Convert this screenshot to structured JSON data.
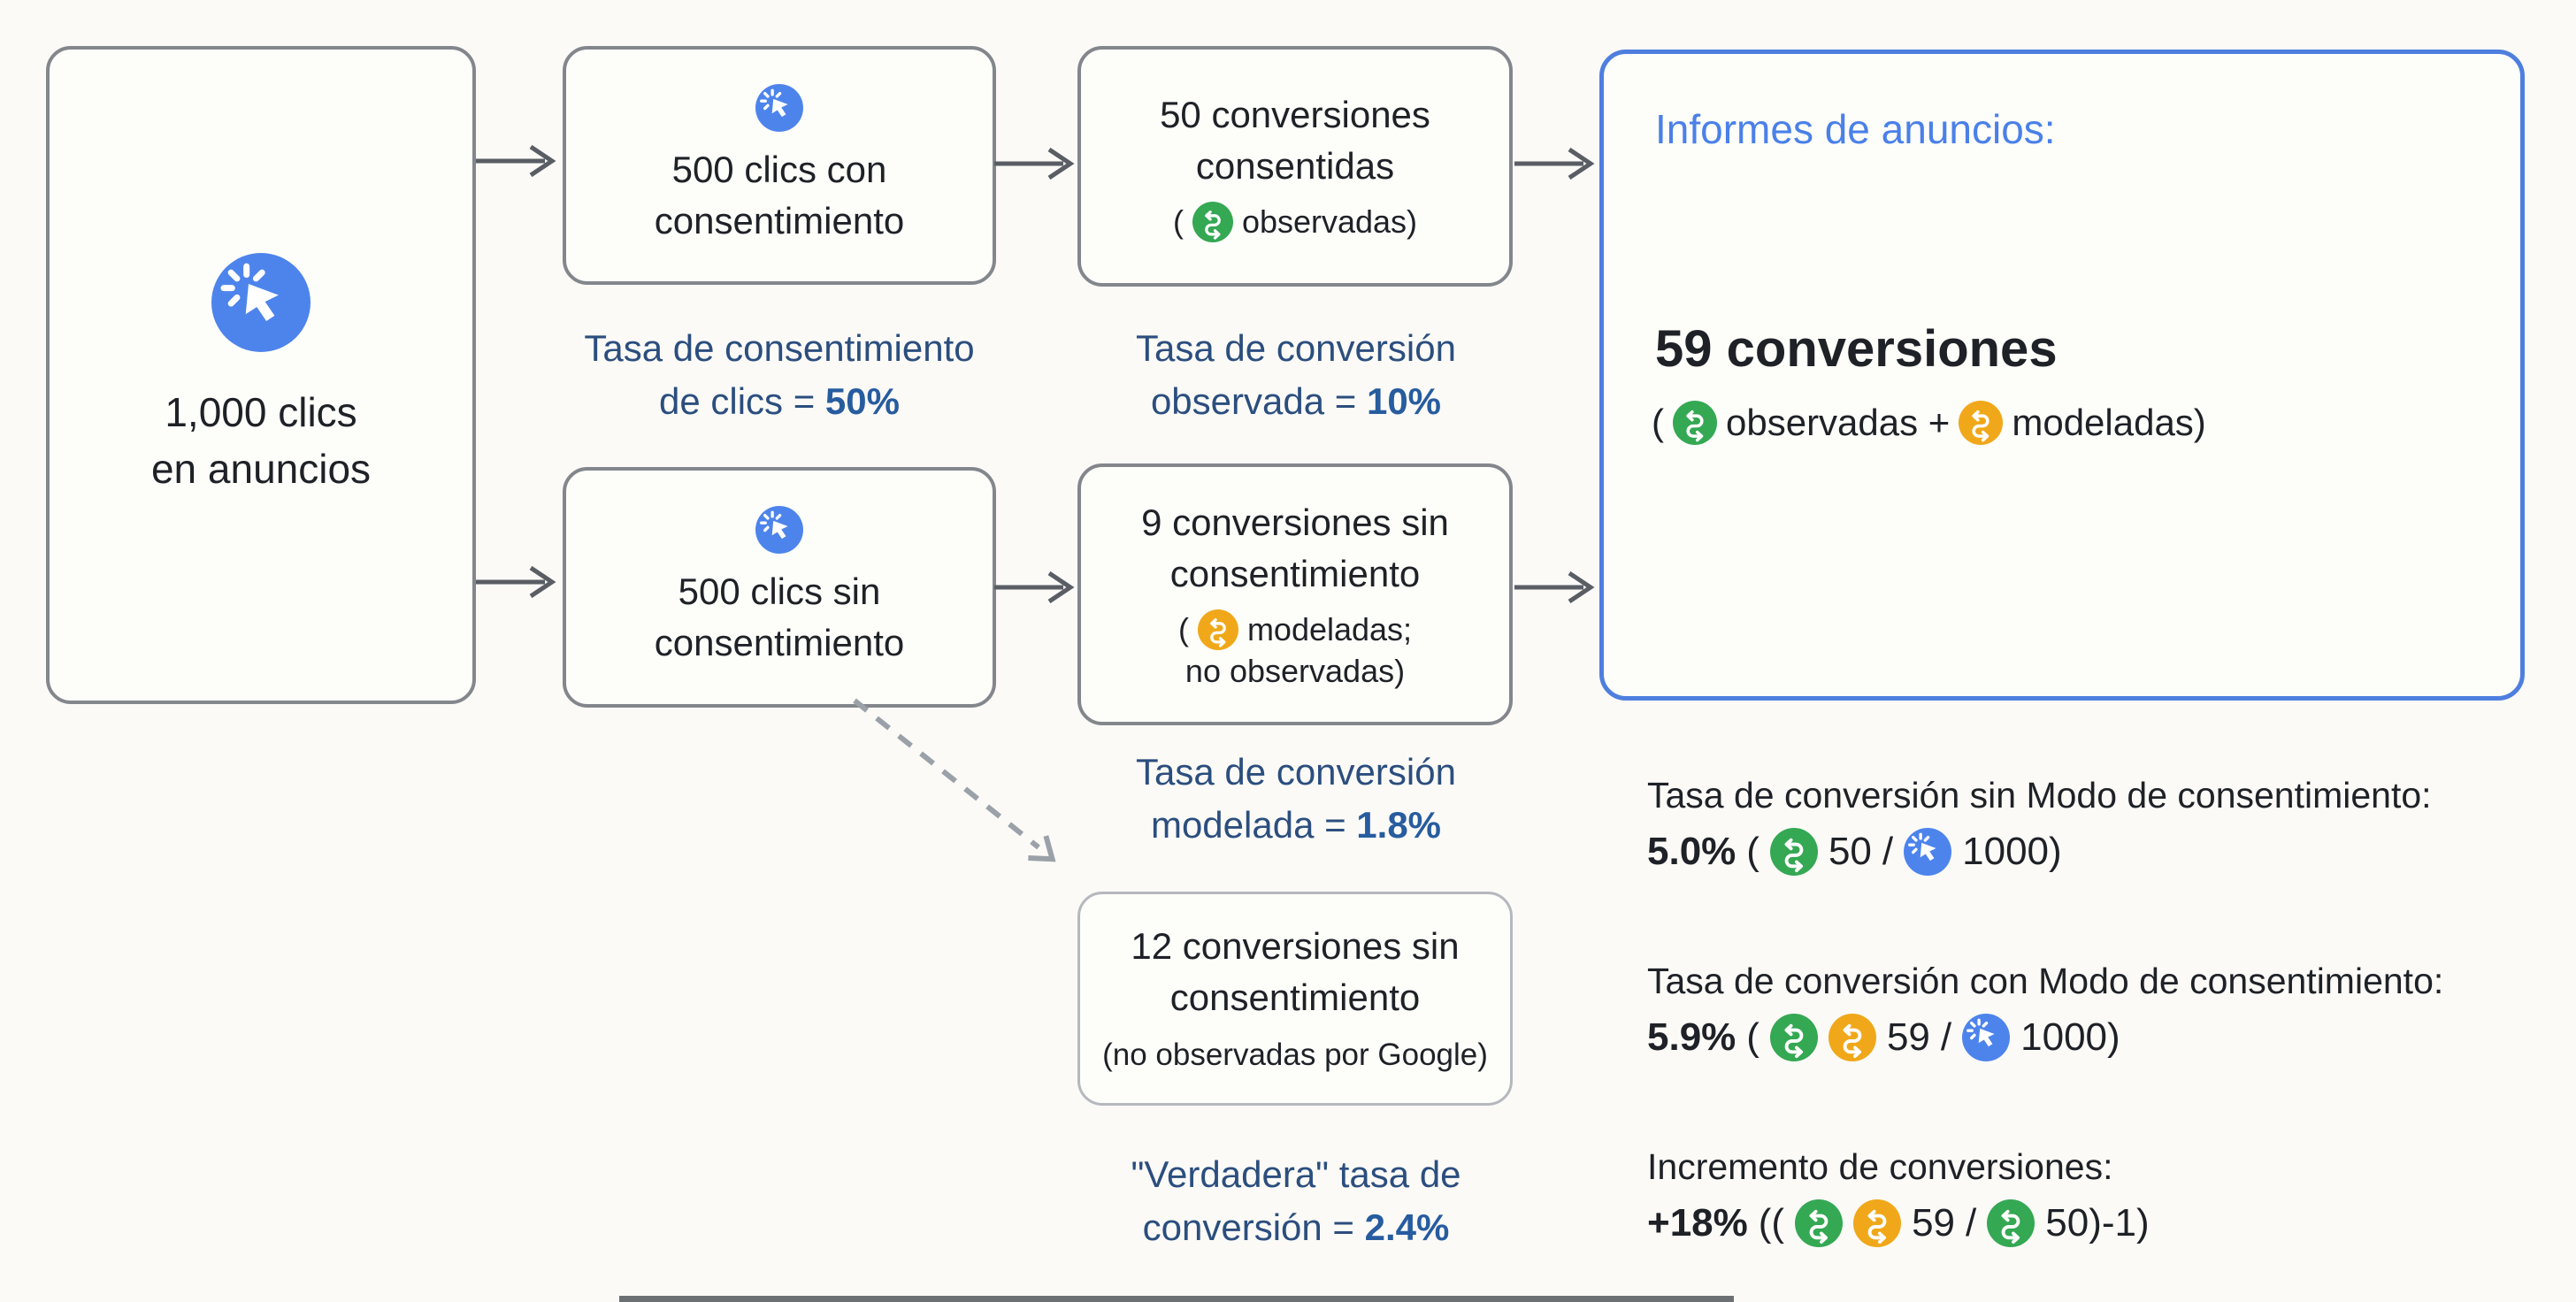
{
  "palette": {
    "background": "#fbfaf7",
    "box_border": "#83878c",
    "box_border_light": "#b5b8bd",
    "report_border": "#4e7fdf",
    "report_title_blue": "#4a80e8",
    "rate_text_navy": "#2b4e7e",
    "ad_click_icon_blue": "#4d84ec",
    "observed_icon_green": "#34a853",
    "modeled_icon_yellow": "#f0a81a",
    "arrow_gray": "#5a5e64",
    "dashed_arrow_gray": "#9ba1a8",
    "text": "#1e2126"
  },
  "flow": {
    "total_box": {
      "title_line1": "1,000 clics",
      "title_line2": "en anuncios"
    },
    "consented_box": {
      "title_line1": "500 clics con",
      "title_line2": "consentimiento"
    },
    "unconsented_box": {
      "title_line1": "500 clics sin",
      "title_line2": "consentimiento"
    },
    "observed_box": {
      "title_line1": "50 conversiones",
      "title_line2": "consentidas",
      "paren_open": "(",
      "paren_label": "observadas)"
    },
    "modeled_box": {
      "title_line1": "9 conversiones sin",
      "title_line2": "consentimiento",
      "paren_open": "(",
      "paren_label": "modeladas;",
      "paren_line2": "no observadas)"
    },
    "true_box": {
      "title_line1": "12 conversiones sin",
      "title_line2": "consentimiento",
      "note": "(no observadas por Google)"
    }
  },
  "labels": {
    "consent_rate_line1": "Tasa de consentimiento",
    "consent_rate_line2": "de clics = ",
    "consent_rate_value": "50%",
    "observed_line1": "Tasa de conversión",
    "observed_line2": "observada = ",
    "observed_value": "10%",
    "modeled_line1": "Tasa de conversión",
    "modeled_line2": "modelada = ",
    "modeled_value": "1.8%",
    "true_line1": "\"Verdadera\" tasa de",
    "true_line2": "conversión = ",
    "true_value": "2.4%"
  },
  "report": {
    "title": "Informes de anuncios:",
    "total": "59 conversiones",
    "breakdown_open": "(",
    "observed_label": "observadas +",
    "modeled_label": "modeladas)"
  },
  "stats": {
    "no_cm_heading": "Tasa de conversión sin Modo de consentimiento:",
    "no_cm_value": "5.0%",
    "no_cm_open": "(",
    "no_cm_num": "50",
    "no_cm_slash": "/",
    "no_cm_den": "1000)",
    "cm_heading": "Tasa de conversión con Modo de consentimiento:",
    "cm_value": "5.9%",
    "cm_open": "(",
    "cm_num": "59",
    "cm_slash": "/",
    "cm_den": "1000)",
    "uplift_heading": "Incremento de conversiones:",
    "uplift_value": "+18%",
    "uplift_open": "((",
    "uplift_num": "59",
    "uplift_slash": "/",
    "uplift_close": "50)-1)"
  }
}
